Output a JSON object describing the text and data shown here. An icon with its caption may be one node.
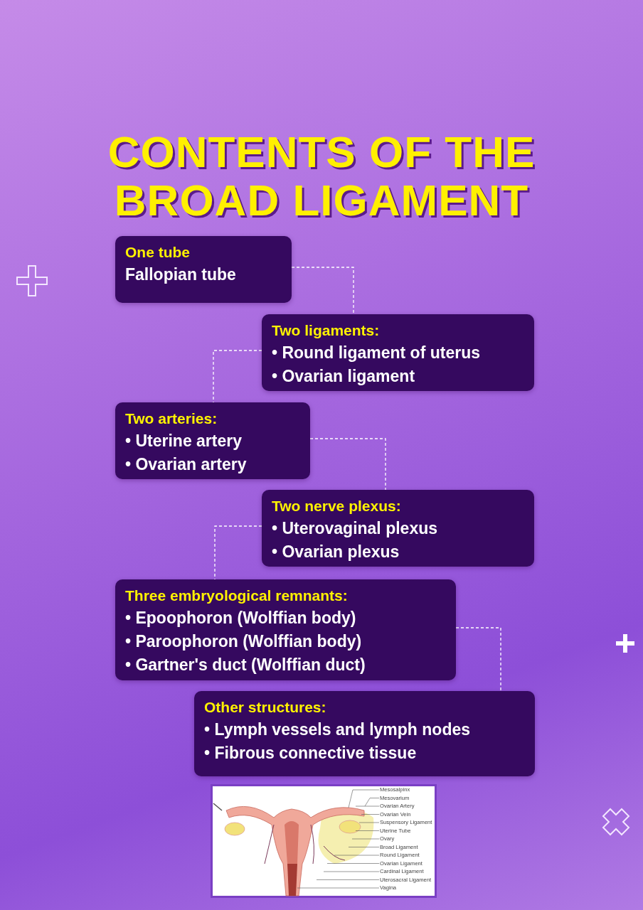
{
  "diagram": {
    "title": "CONTENTS OF THE BROAD LIGAMENT",
    "nodes": [
      {
        "text": [
          "One tube",
          "Fallopian tube"
        ]
      },
      {
        "text": [
          "Two ligaments:",
          "• Round ligament of uterus",
          "• Ovarian ligament"
        ]
      },
      {
        "text": [
          "Two arteries:",
          "• Uterine artery",
          "• Ovarian artery"
        ]
      },
      {
        "text": [
          "Two nerve plexus:",
          "• Uterovaginal plexus",
          "• Ovarian plexus"
        ]
      },
      {
        "text": [
          "Three embryological remnants:",
          "• Epoophoron (Wolffian body)",
          "• Paroophoron (Wolffian body)",
          "• Gartner's duct (Wolffian duct)"
        ]
      },
      {
        "text": [
          "Other structures:",
          "• Lymph vessels and lymph nodes",
          "• Fibrous connective tissue"
        ]
      },
      {
        "text": [
          "Mesosalpinx"
        ]
      },
      {
        "text": [
          "Mesovarium"
        ]
      },
      {
        "text": [
          "Ovarian Artery"
        ]
      },
      {
        "text": [
          "Ovarian Vein"
        ]
      },
      {
        "text": [
          "Suspensory Ligament"
        ]
      },
      {
        "text": [
          "Uterine Tube"
        ]
      },
      {
        "text": [
          "Ovary"
        ]
      },
      {
        "text": [
          "Broad Ligament"
        ]
      },
      {
        "text": [
          "Round Ligament"
        ]
      },
      {
        "text": [
          "Ovarian Ligament"
        ]
      },
      {
        "text": [
          "Cardinal Ligament"
        ]
      },
      {
        "text": [
          "Uterosacral Ligament"
        ]
      },
      {
        "text": [
          "Vagina"
        ]
      },
      {
        "text": [],
        "shape": "picture"
      }
    ],
    "edges": [
      {
        "from": 0,
        "to": 1,
        "arrow": "none",
        "style": "dashed",
        "color": "#ffffff"
      },
      {
        "from": 1,
        "to": 2,
        "arrow": "none",
        "style": "dashed",
        "color": "#ffffff"
      },
      {
        "from": 2,
        "to": 3,
        "arrow": "none",
        "style": "dashed",
        "color": "#ffffff"
      },
      {
        "from": 3,
        "to": 4,
        "arrow": "none",
        "style": "dashed",
        "color": "#ffffff"
      },
      {
        "from": 4,
        "to": 5,
        "arrow": "none",
        "style": "dashed",
        "color": "#ffffff"
      },
      {
        "from": 6,
        "to": 19,
        "arrow": "none"
      },
      {
        "from": 7,
        "to": 19,
        "arrow": "none"
      },
      {
        "from": 8,
        "to": 19,
        "arrow": "none"
      },
      {
        "from": 9,
        "to": 19,
        "arrow": "none"
      },
      {
        "from": 10,
        "to": 19,
        "arrow": "none"
      },
      {
        "from": 11,
        "to": 19,
        "arrow": "none"
      },
      {
        "from": 12,
        "to": 19,
        "arrow": "none"
      },
      {
        "from": 13,
        "to": 19,
        "arrow": "none"
      },
      {
        "from": 14,
        "to": 19,
        "arrow": "none"
      },
      {
        "from": 15,
        "to": 19,
        "arrow": "none"
      },
      {
        "from": 16,
        "to": 19,
        "arrow": "none"
      },
      {
        "from": 17,
        "to": 19,
        "arrow": "none"
      },
      {
        "from": 18,
        "to": 19,
        "arrow": "none"
      }
    ]
  }
}
